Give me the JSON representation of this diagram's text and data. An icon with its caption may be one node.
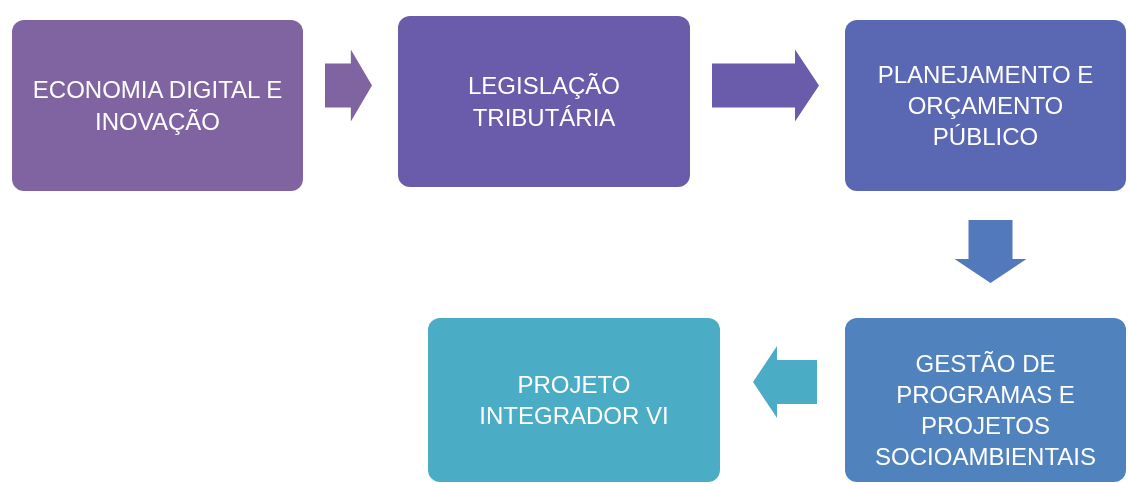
{
  "diagram": {
    "nodes": [
      {
        "text": [
          "ECONOMIA DIGITAL E INOVAÇÃO"
        ]
      },
      {
        "text": [
          "LEGISLAÇÃO TRIBUTÁRIA"
        ]
      },
      {
        "text": [
          "PLANEJAMENTO E ORÇAMENTO PÚBLICO"
        ]
      },
      {
        "text": [
          "GESTÃO DE PROGRAMAS E PROJETOS SOCIOAMBIENTAIS"
        ]
      },
      {
        "text": [
          "PROJETO INTEGRADOR VI"
        ]
      }
    ],
    "edges": [
      {
        "from": 0,
        "to": 1,
        "arrow": "to"
      },
      {
        "from": 1,
        "to": 2,
        "arrow": "to"
      },
      {
        "from": 2,
        "to": 3,
        "arrow": "to"
      },
      {
        "from": 3,
        "to": 4,
        "arrow": "to"
      }
    ]
  }
}
